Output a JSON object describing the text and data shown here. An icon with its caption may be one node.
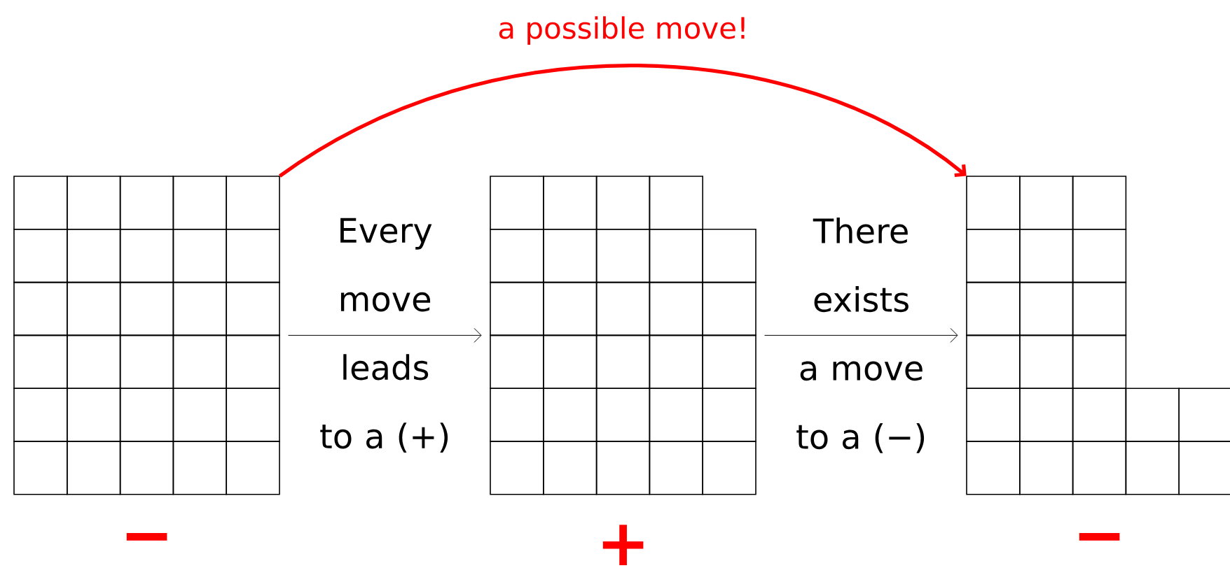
{
  "diagram": {
    "nodes": [
      {
        "text": [],
        "shape": "grid",
        "beside": [
          "−"
        ]
      },
      {
        "text": [],
        "shape": "grid",
        "beside": [
          "+"
        ]
      },
      {
        "text": [],
        "shape": "grid",
        "beside": [
          "−"
        ]
      }
    ],
    "edges": [
      {
        "from": 0,
        "to": 1,
        "arrow": "to",
        "label": "Every move leads to a (+)"
      },
      {
        "from": 1,
        "to": 2,
        "arrow": "to",
        "label": "There exists a move to a (−)"
      },
      {
        "from": 0,
        "to": 2,
        "arrow": "to",
        "label": "a possible move!",
        "style": "thick",
        "color": "#ff0000"
      }
    ]
  }
}
